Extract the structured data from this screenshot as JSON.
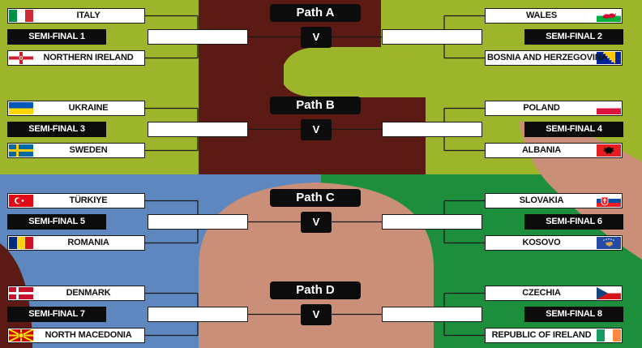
{
  "colors": {
    "green": "#9db52a",
    "maroon": "#5c1a14",
    "blue": "#5e86bf",
    "salmon": "#c98f78",
    "dark_green": "#1d8f3c"
  },
  "paths": [
    {
      "label": "Path A",
      "vs": "V",
      "left": {
        "top_team": {
          "name": "ITALY",
          "flag": "italy-flag"
        },
        "semi": "SEMI-FINAL 1",
        "bottom_team": {
          "name": "NORTHERN IRELAND",
          "flag": "northern-ireland-flag"
        }
      },
      "right": {
        "top_team": {
          "name": "WALES",
          "flag": "wales-flag"
        },
        "semi": "SEMI-FINAL 2",
        "bottom_team": {
          "name": "BOSNIA AND HERZEGOVINA",
          "flag": "bosnia-flag"
        }
      }
    },
    {
      "label": "Path B",
      "vs": "V",
      "left": {
        "top_team": {
          "name": "UKRAINE",
          "flag": "ukraine-flag"
        },
        "semi": "SEMI-FINAL 3",
        "bottom_team": {
          "name": "SWEDEN",
          "flag": "sweden-flag"
        }
      },
      "right": {
        "top_team": {
          "name": "POLAND",
          "flag": "poland-flag"
        },
        "semi": "SEMI-FINAL 4",
        "bottom_team": {
          "name": "ALBANIA",
          "flag": "albania-flag"
        }
      }
    },
    {
      "label": "Path C",
      "vs": "V",
      "left": {
        "top_team": {
          "name": "TÜRKIYE",
          "flag": "turkiye-flag"
        },
        "semi": "SEMI-FINAL 5",
        "bottom_team": {
          "name": "ROMANIA",
          "flag": "romania-flag"
        }
      },
      "right": {
        "top_team": {
          "name": "SLOVAKIA",
          "flag": "slovakia-flag"
        },
        "semi": "SEMI-FINAL 6",
        "bottom_team": {
          "name": "KOSOVO",
          "flag": "kosovo-flag"
        }
      }
    },
    {
      "label": "Path D",
      "vs": "V",
      "left": {
        "top_team": {
          "name": "DENMARK",
          "flag": "denmark-flag"
        },
        "semi": "SEMI-FINAL 7",
        "bottom_team": {
          "name": "NORTH MACEDONIA",
          "flag": "north-macedonia-flag"
        }
      },
      "right": {
        "top_team": {
          "name": "CZECHIA",
          "flag": "czechia-flag"
        },
        "semi": "SEMI-FINAL 8",
        "bottom_team": {
          "name": "REPUBLIC OF IRELAND",
          "flag": "ireland-flag"
        }
      }
    }
  ]
}
